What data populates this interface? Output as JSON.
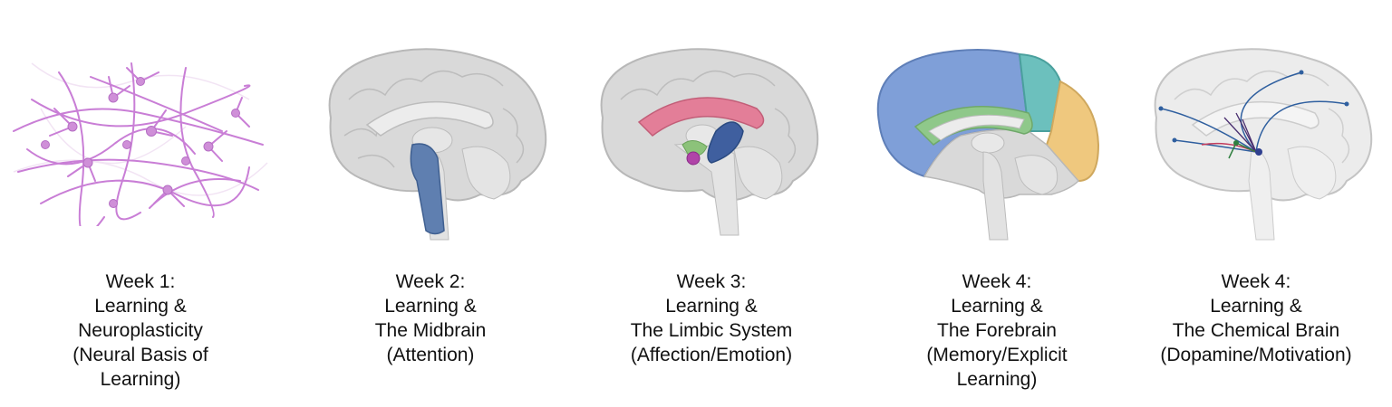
{
  "panels": [
    {
      "id": "neuro",
      "caption": [
        "Week 1:",
        "Learning &",
        "Neuroplasticity",
        "(Neural Basis of",
        "Learning)"
      ],
      "colors": {
        "neuron": "#c97ed6",
        "soma": "#cf8fd8"
      }
    },
    {
      "id": "midbrain",
      "caption": [
        "Week 2:",
        "Learning &",
        "The Midbrain",
        "(Attention)"
      ],
      "colors": {
        "highlight": "#5f7fb0"
      }
    },
    {
      "id": "limbic",
      "caption": [
        "Week 3:",
        "Learning &",
        "The Limbic System",
        "(Affection/Emotion)"
      ],
      "colors": {
        "cingulate": "#e37e98",
        "hippocampus": "#3f5f9f",
        "amygdala": "#b044a8",
        "hypothalamus": "#8cc27a"
      }
    },
    {
      "id": "forebrain",
      "caption": [
        "Week 4:",
        "Learning &",
        "The Forebrain",
        "(Memory/Explicit",
        "Learning)"
      ],
      "colors": {
        "frontal": "#7f9fd8",
        "parietal": "#6cc0bd",
        "occipital": "#efc87e",
        "cingulate": "#8fc88a"
      }
    },
    {
      "id": "chemical",
      "caption": [
        "Week 4:",
        "Learning &",
        "The Chemical Brain",
        "(Dopamine/Motivation)"
      ],
      "colors": {
        "pathway": "#2f5f9f",
        "mesolimbic": "#c23c5c",
        "nigrostriatal": "#2f7f3f",
        "mesocortical": "#4a2f6f"
      }
    }
  ],
  "brain_colors": {
    "cortex": "#d9d9d9",
    "cortex_stroke": "#b8b8b8",
    "inner": "#ececec",
    "stem": "#e2e2e2"
  }
}
